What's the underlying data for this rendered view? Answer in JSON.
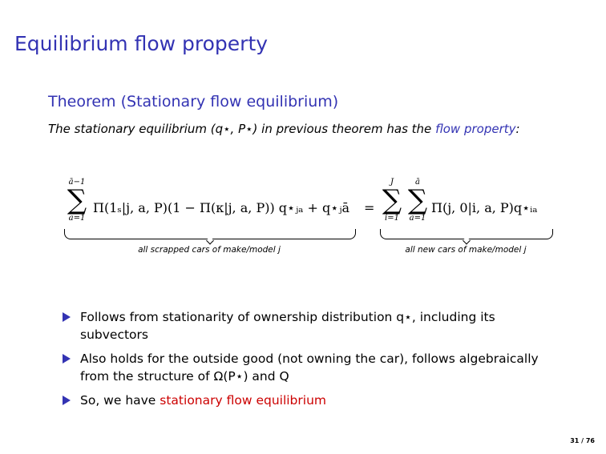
{
  "slide": {
    "title": "Equilibrium flow property",
    "page": "31 / 76"
  },
  "theorem": {
    "heading": "Theorem (Stationary flow equilibrium)",
    "text_before": "The stationary equilibrium (q⋆, P⋆) in previous theorem has the ",
    "text_link": "flow property",
    "text_after": ":"
  },
  "equation": {
    "lhs_sum_upper": "ā−1",
    "lhs_sum_lower": "a=1",
    "lhs_term": "Π(1ₛ|j, a, P)(1 − Π(κ|j, a, P)) q⋆ⱼₐ + q⋆ⱼā",
    "equals": "=",
    "rhs_sum1_upper": "J",
    "rhs_sum1_lower": "i=1",
    "rhs_sum2_upper": "ā",
    "rhs_sum2_lower": "a=1",
    "rhs_term": "Π(j, 0|i, a, P)q⋆ᵢₐ",
    "lhs_brace_label": "all scrapped cars of make/model j",
    "rhs_brace_label": "all new cars of make/model j"
  },
  "bullets": [
    {
      "text": "Follows from stationarity of ownership distribution q⋆, including its subvectors"
    },
    {
      "text": "Also holds for the outside good (not owning the car), follows algebraically from the structure of Ω(P⋆) and Q"
    },
    {
      "text_before": "So, we have ",
      "text_highlight": "stationary flow equilibrium"
    }
  ]
}
